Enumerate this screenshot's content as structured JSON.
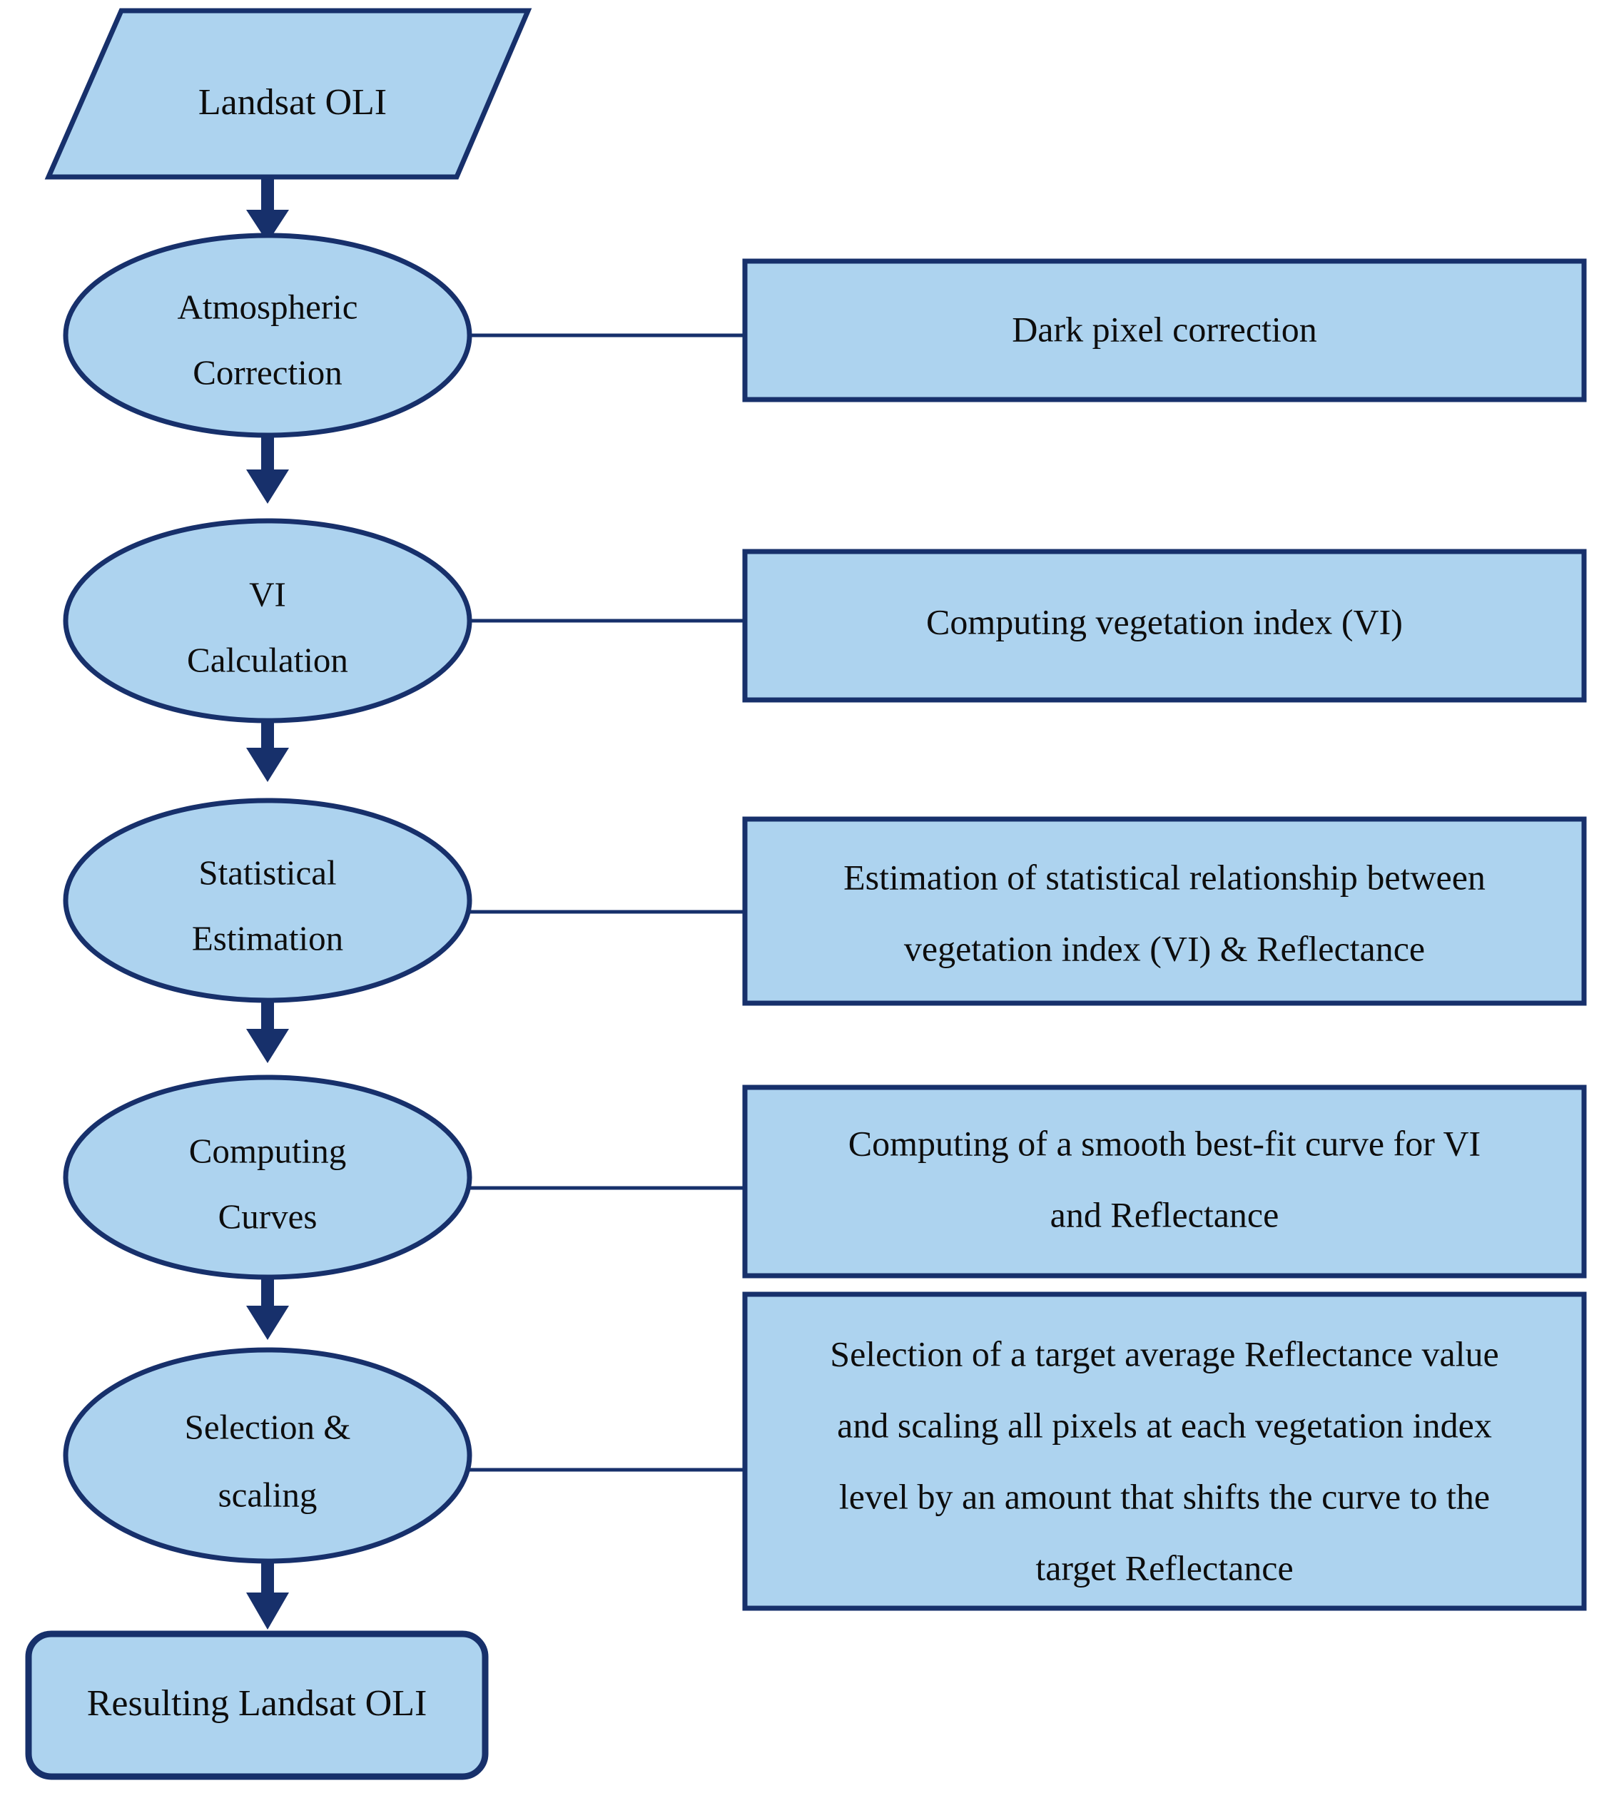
{
  "diagram": {
    "title": "Landsat OLI vegetation-index reflectance scaling workflow",
    "colors": {
      "node_fill": "#ADD3EF",
      "node_stroke": "#17306B",
      "arrow": "#17306B",
      "text": "#0d0d0d",
      "background": "#ffffff"
    },
    "source_node": {
      "shape": "parallelogram",
      "label": "Landsat OLI"
    },
    "steps": [
      {
        "shape": "ellipse",
        "label_line_1": "Atmospheric",
        "label_line_2": "Correction",
        "detail": {
          "shape": "rectangle",
          "line_1": "Dark pixel correction",
          "line_2": "",
          "line_3": "",
          "line_4": ""
        }
      },
      {
        "shape": "ellipse",
        "label_line_1": "VI",
        "label_line_2": "Calculation",
        "detail": {
          "shape": "rectangle",
          "line_1": "Computing vegetation index (VI)",
          "line_2": "",
          "line_3": "",
          "line_4": ""
        }
      },
      {
        "shape": "ellipse",
        "label_line_1": "Statistical",
        "label_line_2": "Estimation",
        "detail": {
          "shape": "rectangle",
          "line_1": "Estimation of statistical relationship between",
          "line_2": "vegetation index (VI) & Reflectance",
          "line_3": "",
          "line_4": ""
        }
      },
      {
        "shape": "ellipse",
        "label_line_1": "Computing",
        "label_line_2": "Curves",
        "detail": {
          "shape": "rectangle",
          "line_1": "Computing of a smooth best-fit curve for VI",
          "line_2": "and Reflectance",
          "line_3": "",
          "line_4": ""
        }
      },
      {
        "shape": "ellipse",
        "label_line_1": "Selection &",
        "label_line_2": "scaling",
        "detail": {
          "shape": "rectangle",
          "line_1": "Selection of a target average Reflectance value",
          "line_2": "and scaling all pixels at each vegetation index",
          "line_3": "level by an amount that shifts the curve to the",
          "line_4": "target Reflectance"
        }
      }
    ],
    "result_node": {
      "shape": "rounded-rectangle",
      "label": "Resulting Landsat OLI"
    },
    "arrows": {
      "kind": "block-arrow-down",
      "count": 6
    },
    "connectors": {
      "kind": "horizontal-line",
      "count": 5
    }
  }
}
